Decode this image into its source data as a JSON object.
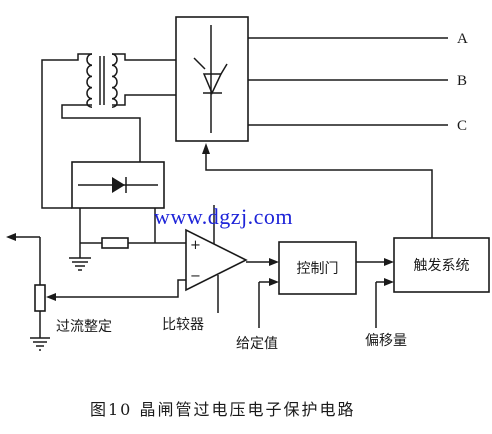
{
  "watermark": "www.dgzj.com",
  "caption": "图10   晶闸管过电压电子保护电路",
  "phases": [
    "A",
    "B",
    "C"
  ],
  "blocks": {
    "control_gate": "控制门",
    "trigger_system": "触发系统"
  },
  "labels": {
    "comparator": "比较器",
    "overcurrent_setting": "过流整定",
    "given_value": "给定值",
    "offset": "偏移量"
  },
  "comparator_inputs": {
    "plus": "+",
    "minus": "−"
  },
  "colors": {
    "watermark": "#1e24d8",
    "line": "#1a1a1a"
  }
}
